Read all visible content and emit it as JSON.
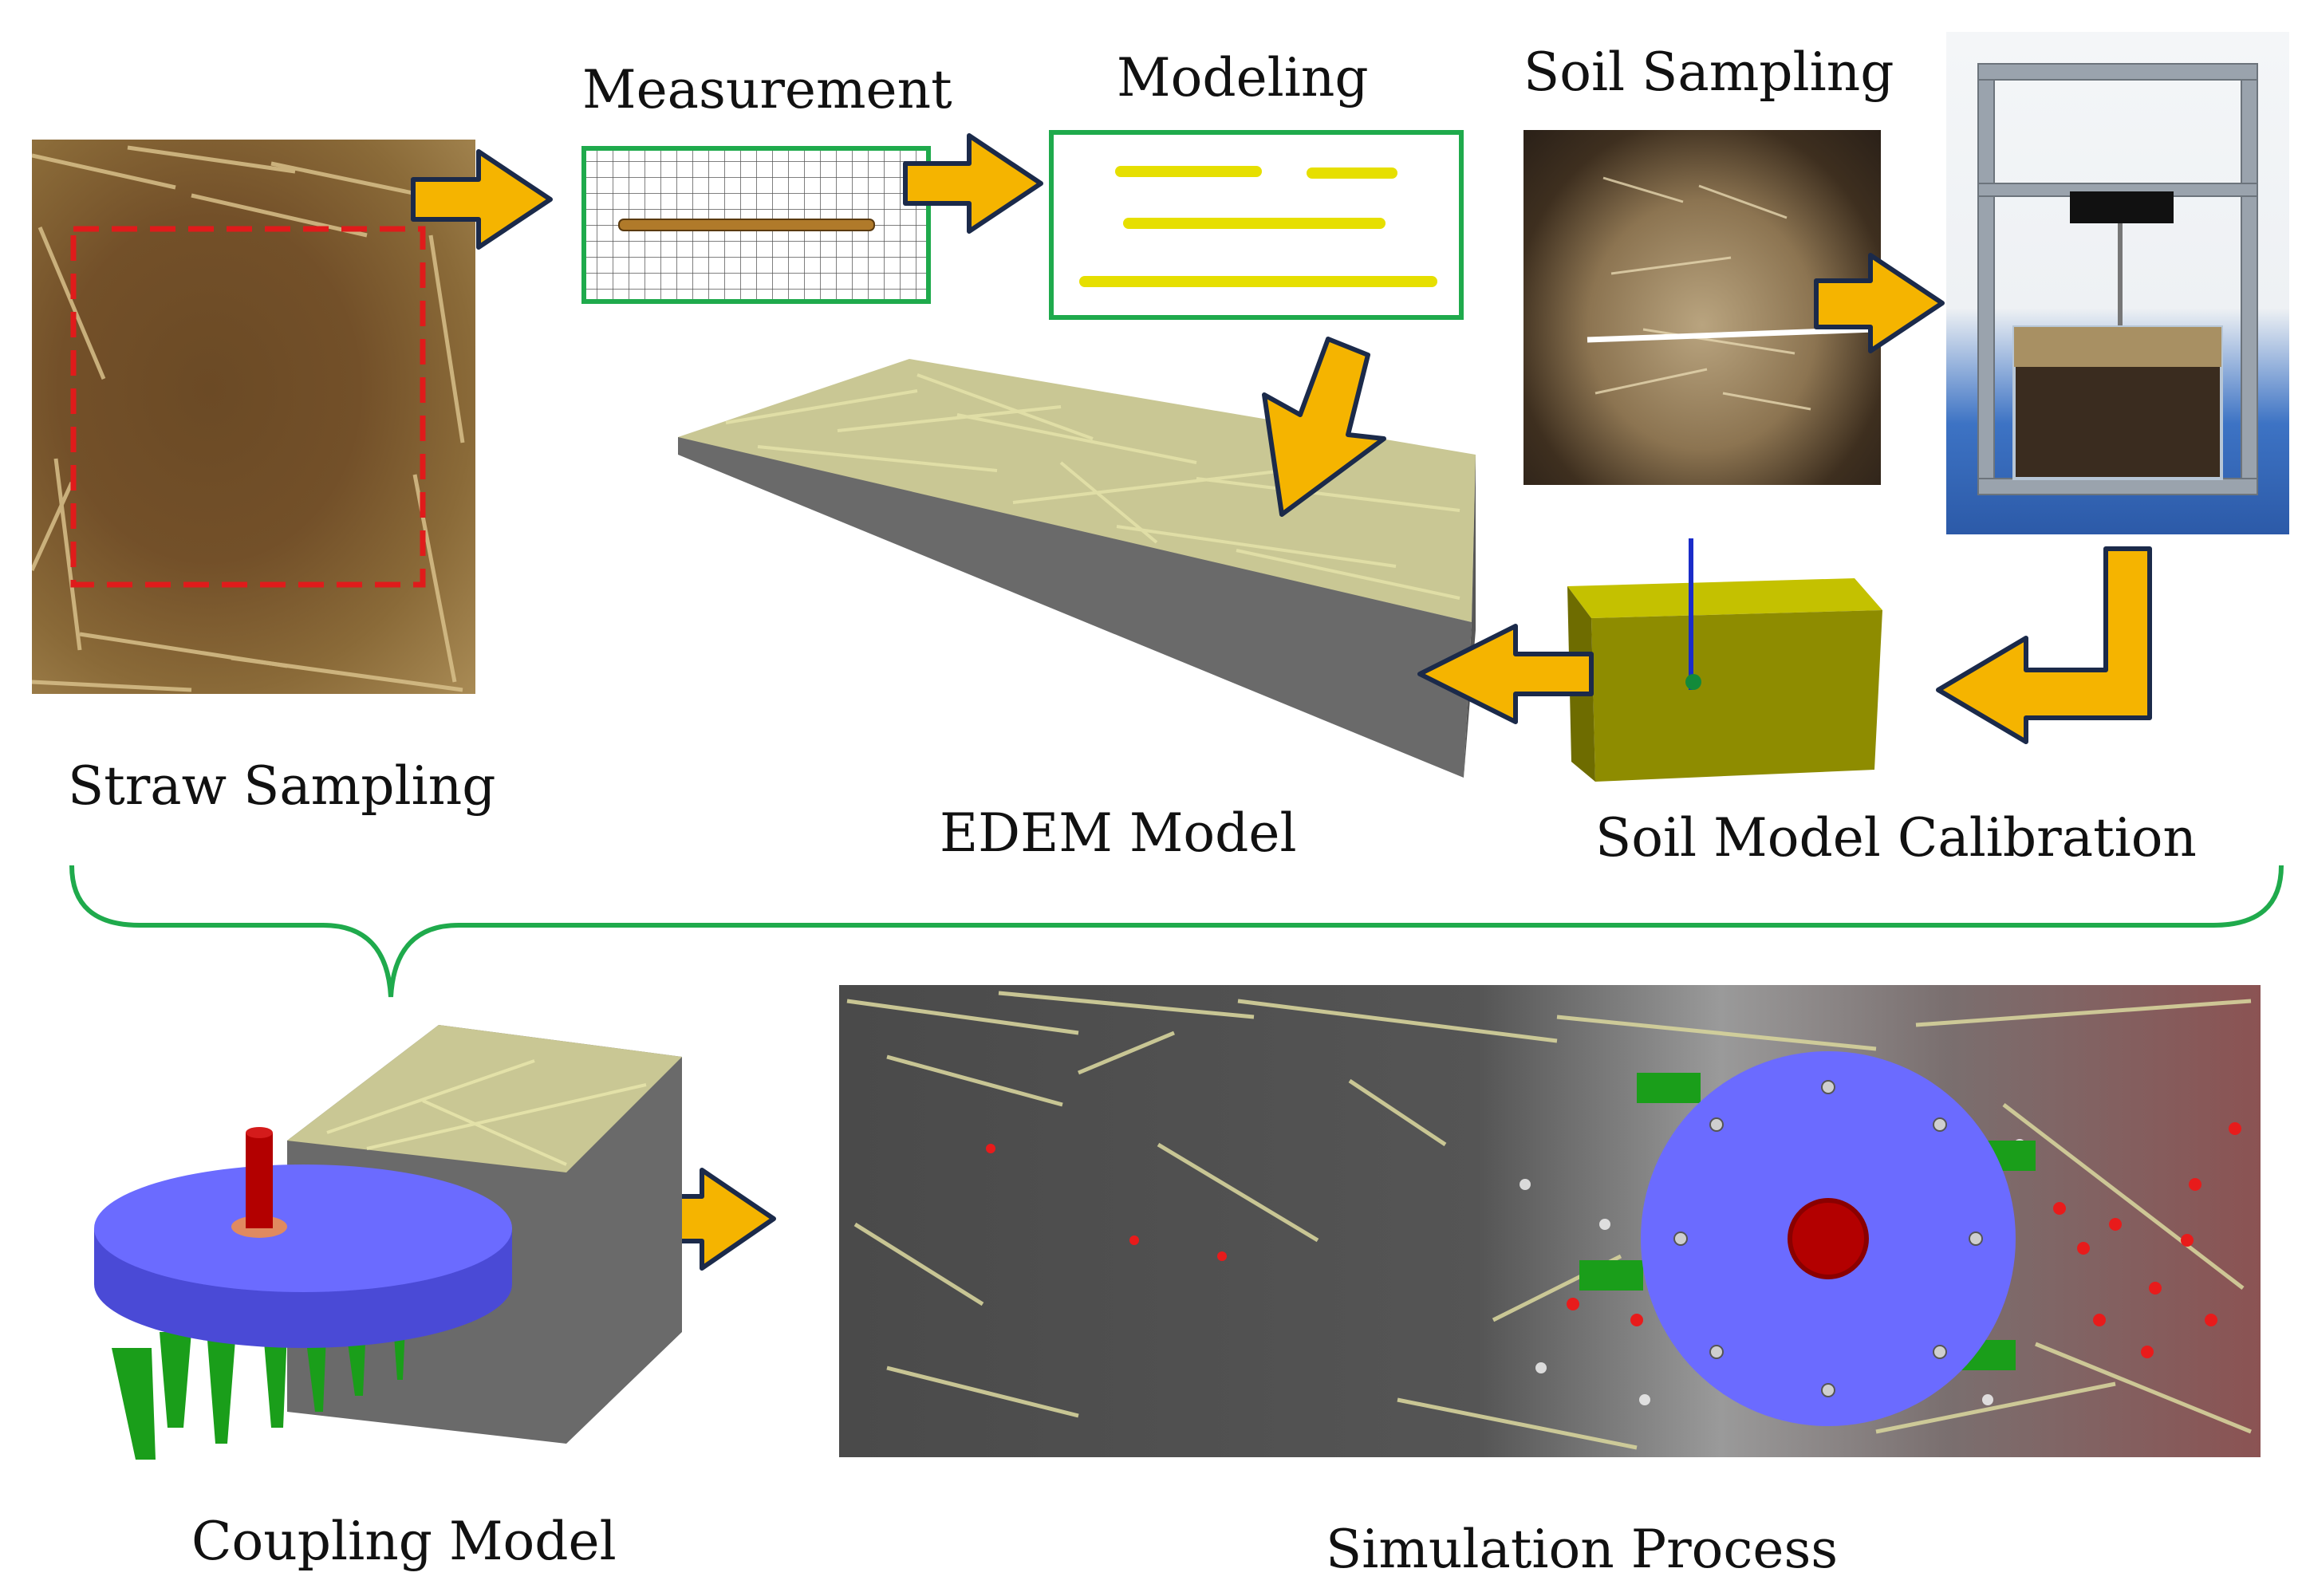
{
  "labels": {
    "measurement": "Measurement",
    "modeling": "Modeling",
    "soil_sampling": "Soil Sampling",
    "straw_sampling": "Straw Sampling",
    "edem_model": "EDEM Model",
    "soil_model_calibration": "Soil Model Calibration",
    "coupling_model": "Coupling Model",
    "simulation_process": "Simulation Process"
  },
  "colors": {
    "arrow_fill": "#f5b400",
    "arrow_stroke": "#1b2a4a",
    "box_border": "#1faa4c",
    "brace": "#1faa4c",
    "dashed_square": "#e01b1b",
    "straw_rod": "#e6df00",
    "disc": "#6b6bff",
    "tines": "#1a9e1a",
    "hub": "#b30000"
  },
  "icons": [
    "flow-arrow-icon",
    "curly-brace-icon"
  ]
}
